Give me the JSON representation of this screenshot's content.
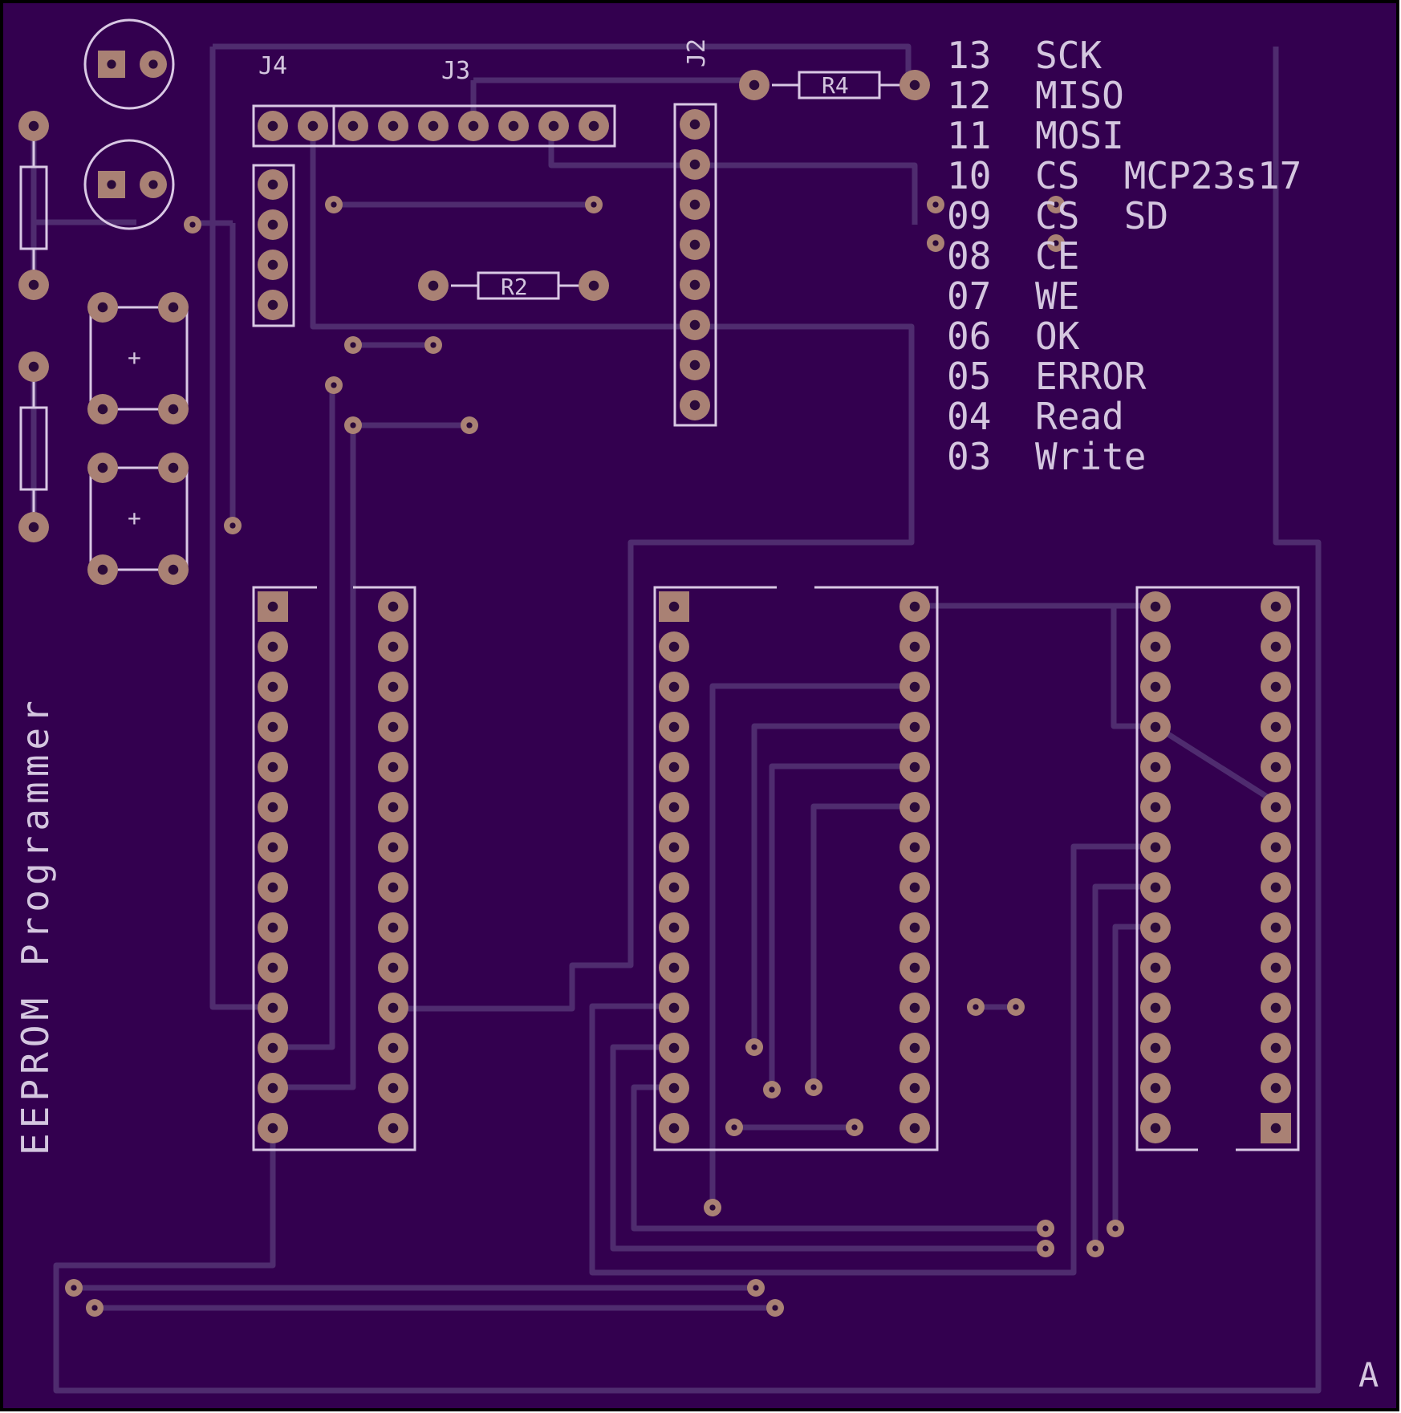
{
  "colors": {
    "board": "#33004f",
    "outline": "#000000",
    "trace": "#4d2c6c",
    "silk": "#d9c8e4",
    "pad": "#a98174",
    "hole": "#2b0a3a"
  },
  "board_title": "EEPROM Programmer",
  "corner_mark": "A",
  "header_labels": {
    "j4": "J4",
    "j3": "J3",
    "j2": "J2"
  },
  "resistors": {
    "r4": "R4",
    "r2": "R2"
  },
  "cap_polarity": "+",
  "pin_legend": [
    {
      "num": "13",
      "name": "SCK"
    },
    {
      "num": "12",
      "name": "MISO"
    },
    {
      "num": "11",
      "name": "MOSI"
    },
    {
      "num": "10",
      "name": "CS  MCP23s17"
    },
    {
      "num": "09",
      "name": "CS  SD"
    },
    {
      "num": "08",
      "name": "CE"
    },
    {
      "num": "07",
      "name": "WE"
    },
    {
      "num": "06",
      "name": "OK"
    },
    {
      "num": "05",
      "name": "ERROR"
    },
    {
      "num": "04",
      "name": "Read"
    },
    {
      "num": "03",
      "name": "Write"
    }
  ]
}
